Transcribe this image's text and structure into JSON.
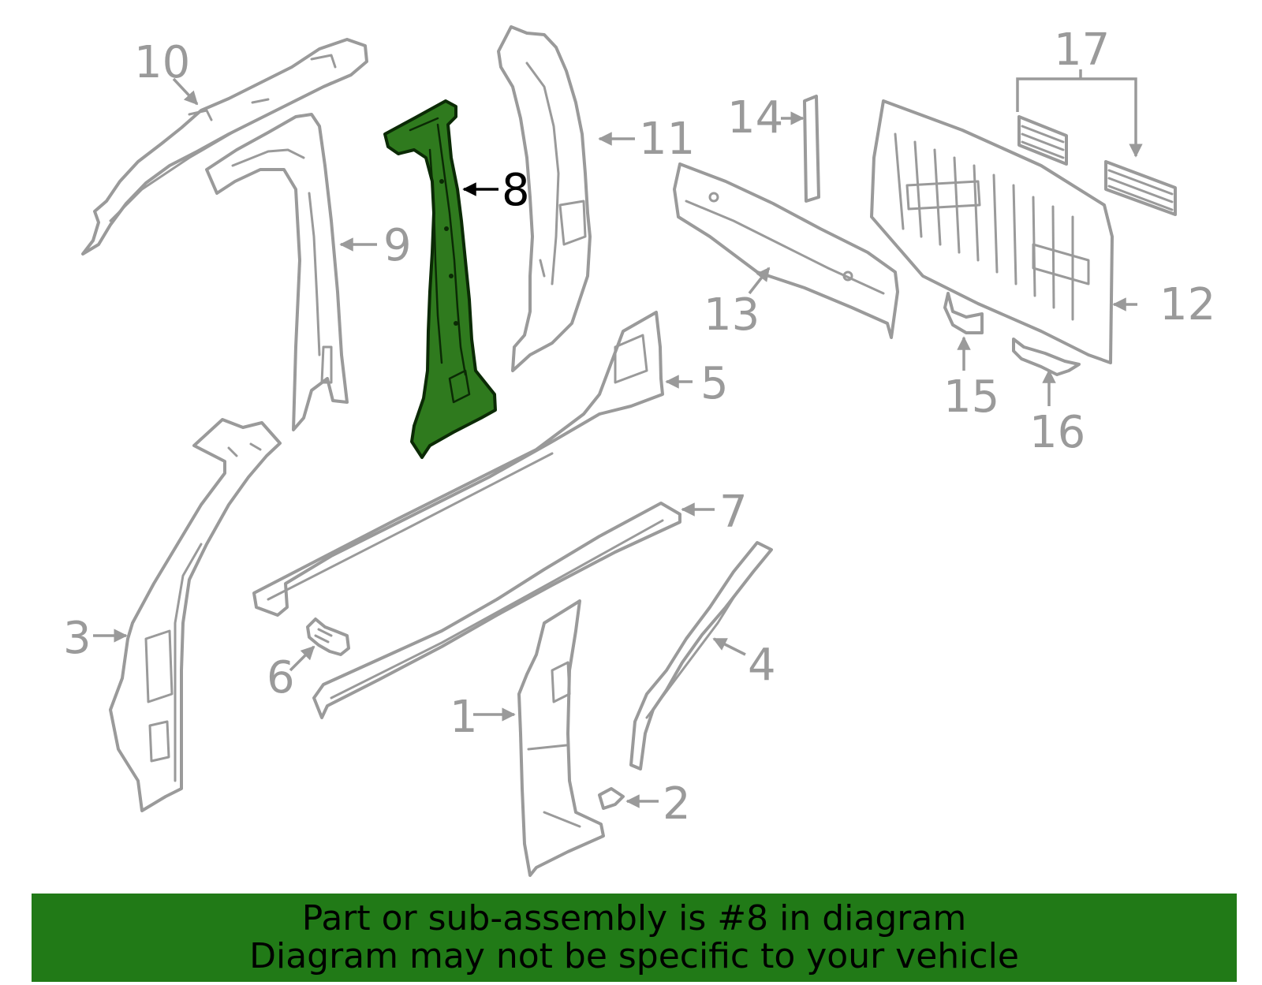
{
  "diagram": {
    "highlight_color": "#2f7a1e",
    "outline_color": "#9a9a9a",
    "highlighted_part": "8",
    "labels": {
      "p1": "1",
      "p2": "2",
      "p3": "3",
      "p4": "4",
      "p5": "5",
      "p6": "6",
      "p7": "7",
      "p8": "8",
      "p9": "9",
      "p10": "10",
      "p11": "11",
      "p12": "12",
      "p13": "13",
      "p14": "14",
      "p15": "15",
      "p16": "16",
      "p17": "17"
    }
  },
  "banner": {
    "line1": "Part or sub-assembly is #8 in diagram",
    "line2": "Diagram may not be specific to your vehicle",
    "color": "#217a17"
  }
}
